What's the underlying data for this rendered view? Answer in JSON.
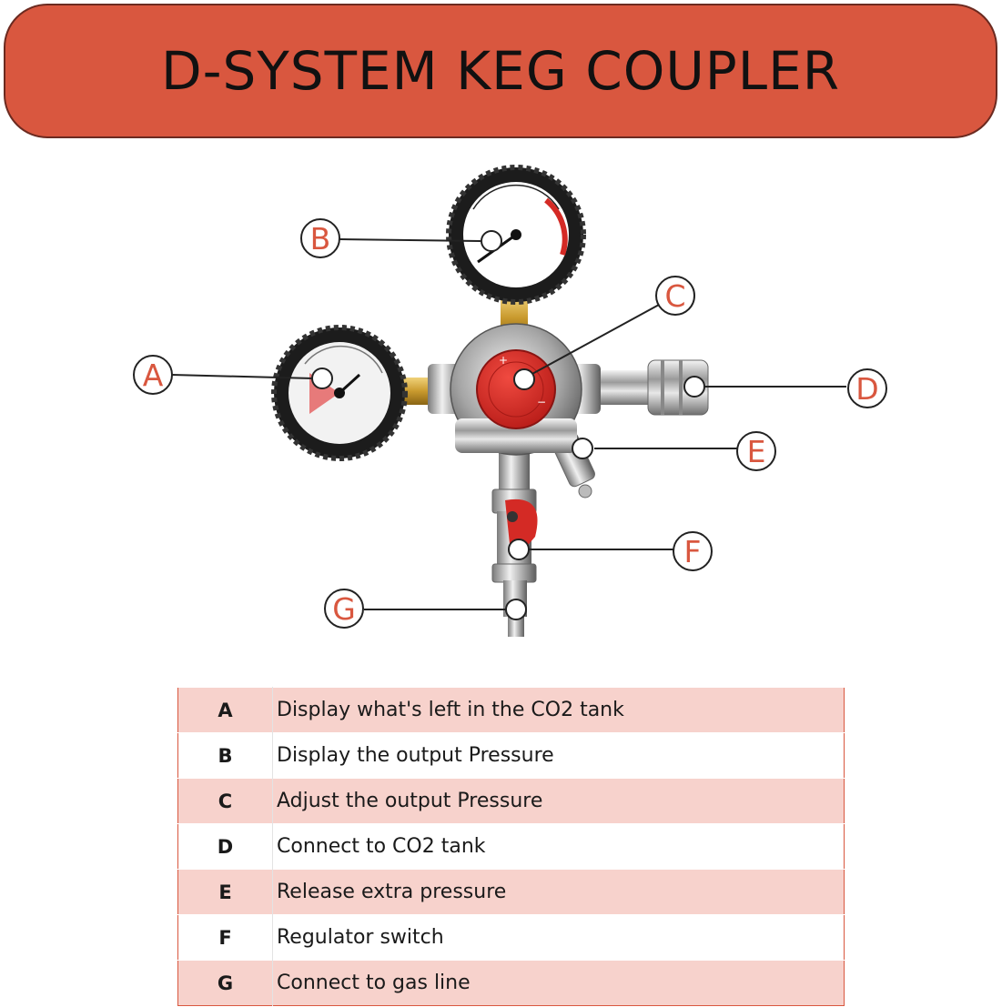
{
  "title": "D-SYSTEM KEG COUPLER",
  "callouts": [
    "A",
    "B",
    "C",
    "D",
    "E",
    "F",
    "G"
  ],
  "legend": [
    {
      "key": "A",
      "text": "Display what's left in the CO2 tank"
    },
    {
      "key": "B",
      "text": "Display the output Pressure"
    },
    {
      "key": "C",
      "text": "Adjust the output Pressure"
    },
    {
      "key": "D",
      "text": "Connect to CO2 tank"
    },
    {
      "key": "E",
      "text": "Release extra pressure"
    },
    {
      "key": "F",
      "text": "Regulator switch"
    },
    {
      "key": "G",
      "text": "Connect to gas line"
    }
  ],
  "colors": {
    "accent": "#d9573f",
    "row_shade": "#f7d2cc",
    "knob_red": "#d42a25"
  }
}
